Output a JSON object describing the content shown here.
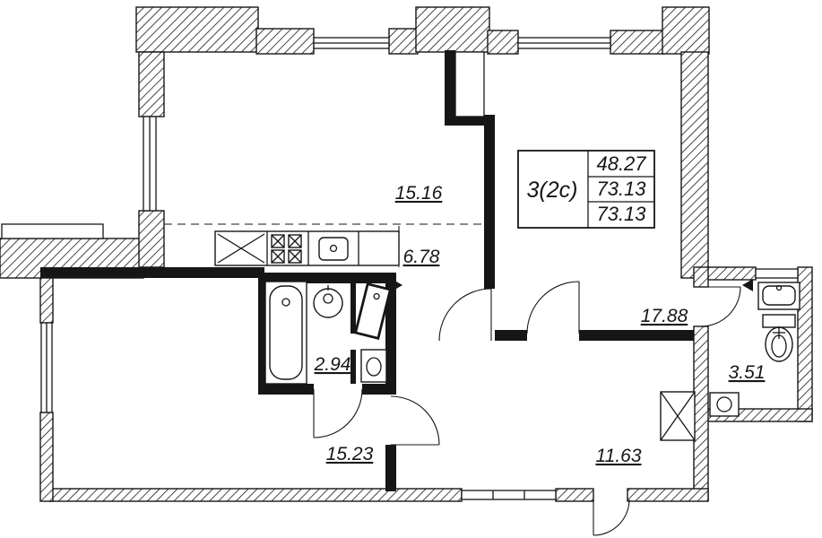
{
  "colors": {
    "ink": "#161616",
    "paper": "#ffffff"
  },
  "plan": {
    "summary": {
      "type": "3(2с)",
      "living_area": "48.27",
      "total_area": "73.13",
      "total_area_adj": "73.13"
    },
    "rooms": {
      "kitchen_living": "15.16",
      "corridor": "6.78",
      "bedroom": "17.88",
      "bathroom": "2.94",
      "room": "15.23",
      "hall": "11.63",
      "wc": "3.51"
    },
    "icons": {
      "bathtub": "bathtub-icon",
      "bath_sink": "sink-icon",
      "toilet": "toilet-icon",
      "stove": "stove-burners-icon",
      "kitchen_sink": "kitchen-sink-icon",
      "water_heater": "water-heater-icon",
      "vent_shaft": "vent-shaft-icon"
    }
  }
}
